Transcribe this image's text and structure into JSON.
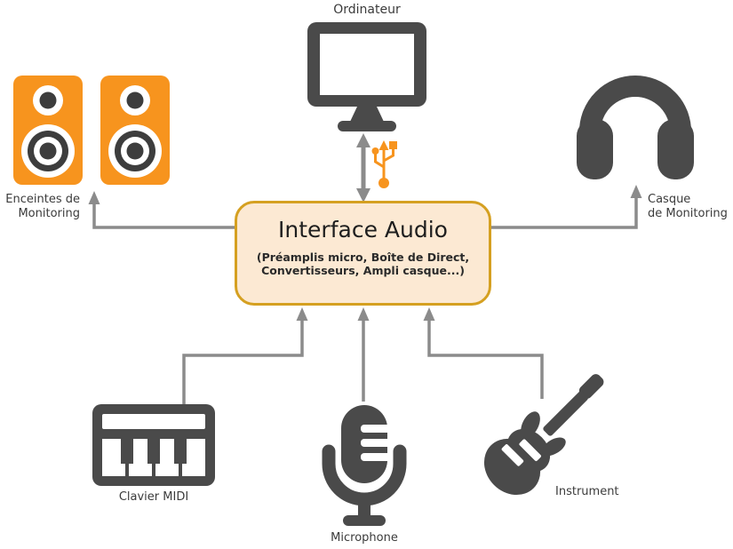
{
  "interface_box": {
    "title": "Interface Audio",
    "subtitle_lines": [
      "(Préamplis micro, Boîte de Direct,",
      "Convertisseurs, Ampli casque...)"
    ]
  },
  "nodes": {
    "computer": {
      "label": "Ordinateur",
      "icon": "computer-monitor-icon"
    },
    "speakers": {
      "label_lines": [
        "Enceintes de",
        "Monitoring"
      ],
      "icon": "studio-monitors-icon"
    },
    "headphones": {
      "label_lines": [
        "Casque",
        "de Monitoring"
      ],
      "icon": "headphones-icon"
    },
    "midi_keyboard": {
      "label": "Clavier MIDI",
      "icon": "midi-keyboard-icon"
    },
    "microphone": {
      "label": "Microphone",
      "icon": "microphone-icon"
    },
    "instrument": {
      "label": "Instrument",
      "icon": "electric-guitar-icon"
    },
    "usb_link": {
      "icon": "usb-icon"
    }
  },
  "colors": {
    "accent_orange": "#f7941e",
    "box_border_gold": "#d5a021",
    "box_fill_peach": "#fce9d3",
    "icon_gray": "#4a4a4a",
    "arrow_gray": "#8b8b8b",
    "text_gray": "#3b3b3b"
  }
}
